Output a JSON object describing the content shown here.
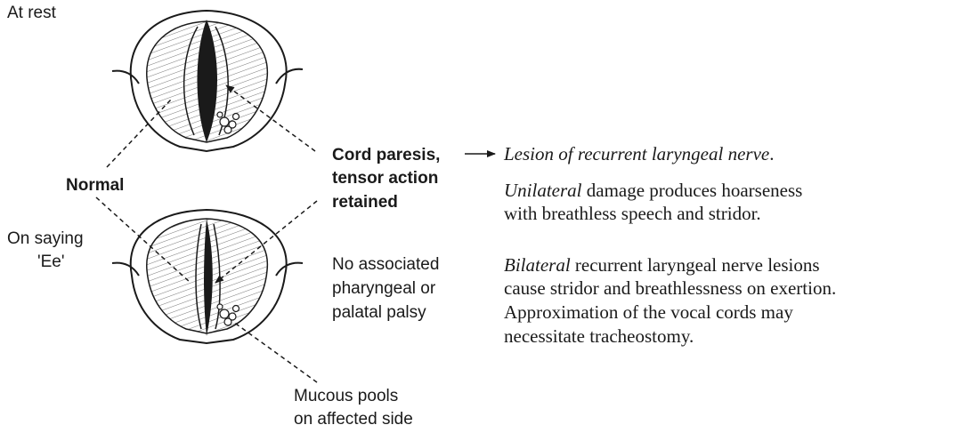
{
  "labels": {
    "at_rest": "At rest",
    "normal": "Normal",
    "on_saying_1": "On saying",
    "on_saying_2": "'Ee'",
    "cord_paresis_1": "Cord paresis,",
    "cord_paresis_2": "tensor action",
    "cord_paresis_3": "retained",
    "no_assoc_1": "No associated",
    "no_assoc_2": "pharyngeal or",
    "no_assoc_3": "palatal palsy",
    "mucous_1": "Mucous pools",
    "mucous_2": "on affected side"
  },
  "text": {
    "lesion": "Lesion of recurrent laryngeal nerve",
    "lesion_end": ".",
    "unilateral_term": "Unilateral",
    "unilateral_rest": " damage produces hoarseness",
    "unilateral_line2": "with breathless speech and stridor.",
    "bilateral_term": "Bilateral",
    "bilateral_rest": " recurrent laryngeal nerve lesions",
    "bilateral_line2": "cause stridor and breathlessness on exertion.",
    "bilateral_line3": "Approximation of the vocal cords may",
    "bilateral_line4": "necessitate tracheostomy."
  },
  "colors": {
    "ink": "#1a1a1a",
    "cord_fill": "#1a1a1a",
    "paper": "#ffffff"
  }
}
